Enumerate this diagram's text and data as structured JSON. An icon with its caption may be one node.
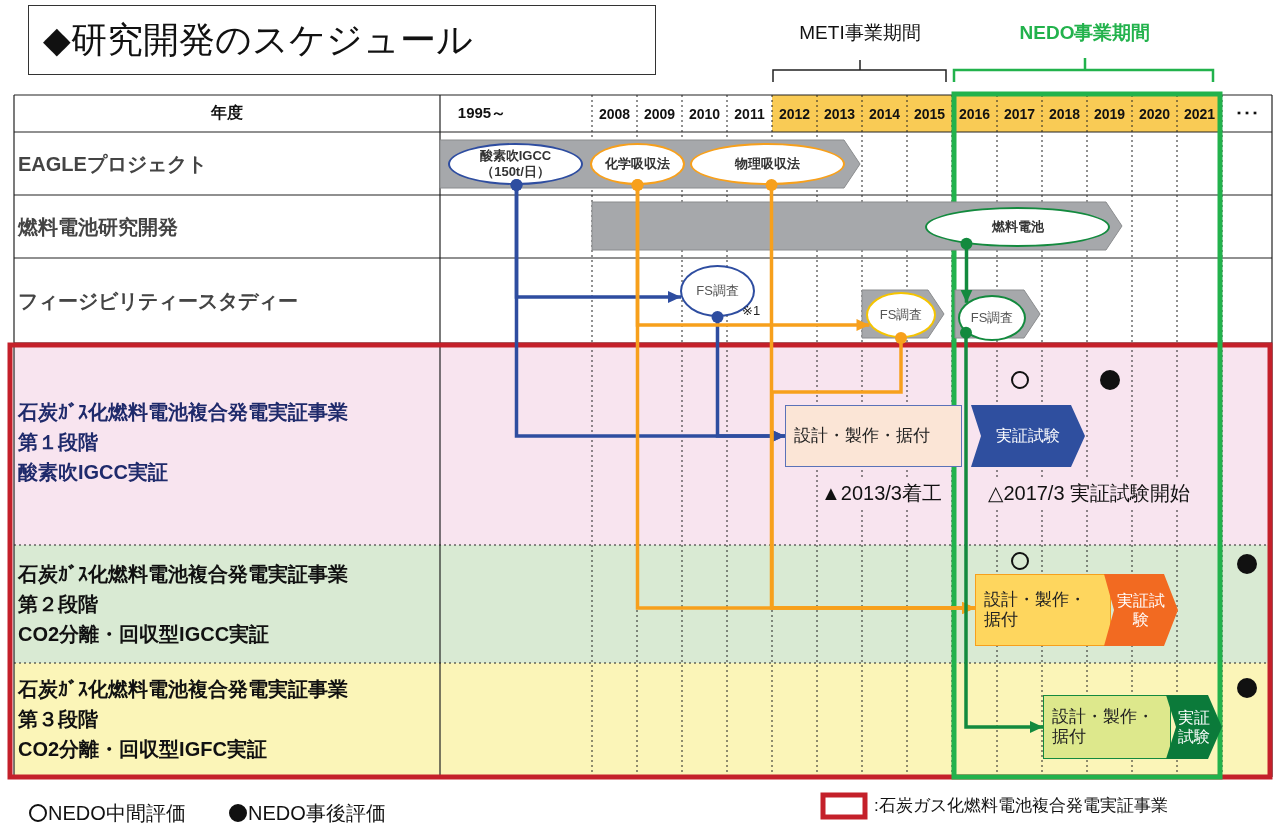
{
  "diagram": {
    "title": "◆研究開発のスケジュール",
    "nodes": [
      {
        "text": [],
        "shape": "bar"
      },
      {
        "text": [
          "酸素吹IGCC （150t/日）"
        ],
        "in": 0
      },
      {
        "text": [
          "化学吸収法"
        ],
        "in": 0
      },
      {
        "text": [
          "物理吸収法"
        ],
        "in": 0
      },
      {
        "text": [],
        "shape": "bar"
      },
      {
        "text": [
          "燃料電池"
        ],
        "in": 4
      },
      {
        "text": [
          "FS調査"
        ]
      },
      {
        "text": [],
        "shape": "bar"
      },
      {
        "text": [
          "FS調査"
        ],
        "in": 7
      },
      {
        "text": [],
        "shape": "bar"
      },
      {
        "text": [
          "FS調査"
        ],
        "in": 9
      },
      {
        "text": [
          "設計・製作・据付"
        ]
      },
      {
        "text": [
          "実証試験"
        ]
      },
      {
        "text": [
          "設計・製作・据付"
        ]
      },
      {
        "text": [
          "実証試験"
        ]
      },
      {
        "text": [
          "設計・製作・据付"
        ]
      },
      {
        "text": [
          "実証試験"
        ]
      }
    ],
    "edges": [
      {
        "from": 1,
        "to": 6,
        "arrow": "to",
        "color": "#2e4da0"
      },
      {
        "from": 1,
        "to": 11,
        "arrow": "to",
        "color": "#2e4da0"
      },
      {
        "from": 6,
        "to": 11,
        "arrow": "to",
        "color": "#2e4da0"
      },
      {
        "from": 2,
        "to": 8,
        "arrow": "to",
        "label": "※1",
        "color": "#f7a01c"
      },
      {
        "from": 2,
        "to": 13,
        "arrow": "to",
        "color": "#f7a01c"
      },
      {
        "from": 3,
        "to": 13,
        "arrow": "to",
        "color": "#f7a01c"
      },
      {
        "from": 8,
        "to": 13,
        "arrow": "to",
        "color": "#f7a01c"
      },
      {
        "from": 5,
        "to": 10,
        "arrow": "to",
        "color": "#138a3e"
      },
      {
        "from": 10,
        "to": 15,
        "arrow": "to",
        "color": "#138a3e"
      }
    ],
    "labels": [
      "METI事業期間",
      "NEDO事業期間",
      "年度",
      "1995～",
      "2008",
      "2009",
      "2010",
      "2011",
      "2012",
      "2013",
      "2014",
      "2015",
      "2016",
      "2017",
      "2018",
      "2019",
      "2020",
      "2021",
      "･･･",
      "EAGLEプロジェクト",
      "燃料電池研究開発",
      "フィージビリティースタディー",
      "石炭ｶﾞｽ化燃料電池複合発電実証事業",
      "第１段階",
      "酸素吹IGCC実証",
      "▲2013/3着工",
      "△2017/3 実証試験開始",
      "石炭ｶﾞｽ化燃料電池複合発電実証事業",
      "第２段階",
      "CO2分離・回収型IGCC実証",
      "石炭ｶﾞｽ化燃料電池複合発電実証事業",
      "第３段階",
      "CO2分離・回収型IGFC実証"
    ],
    "legend": [
      {
        "text": "NEDO中間評価"
      },
      {
        "text": "NEDO事後評価"
      },
      {
        "text": ":石炭ガス化燃料電池複合発電実証事業"
      }
    ]
  }
}
